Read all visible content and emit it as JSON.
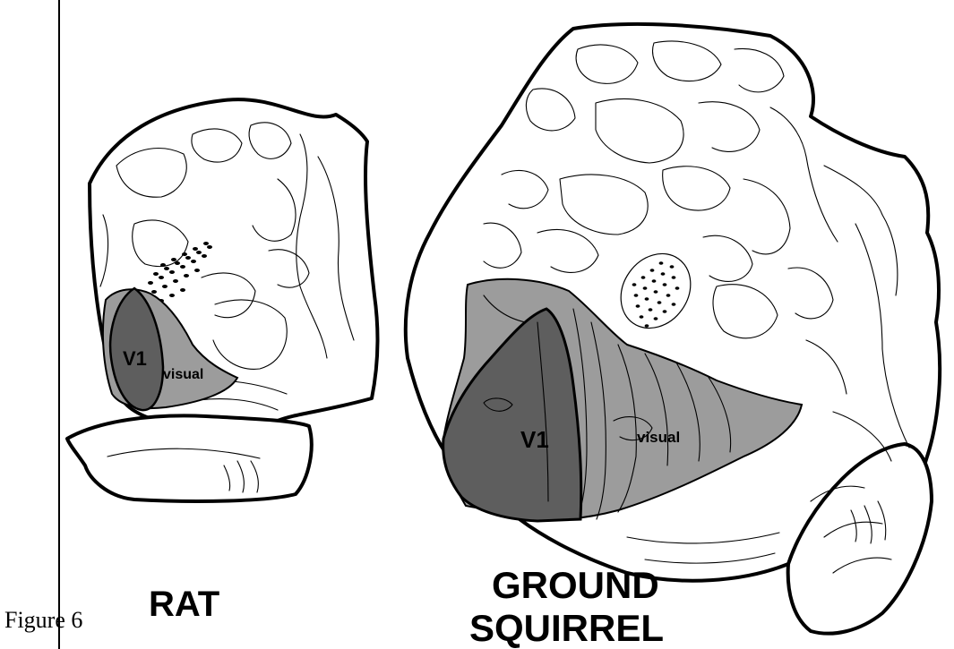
{
  "figure": {
    "caption": "Figure 6",
    "colors": {
      "v1_fill": "#5e5e5e",
      "visual_fill": "#9c9c9c",
      "outline": "#000000",
      "background": "#ffffff"
    },
    "panels": [
      {
        "species": "RAT",
        "area_v1": "V1",
        "area_visual": "visual"
      },
      {
        "species_line1": "GROUND",
        "species_line2": "SQUIRREL",
        "area_v1": "V1",
        "area_visual": "visual"
      }
    ]
  }
}
